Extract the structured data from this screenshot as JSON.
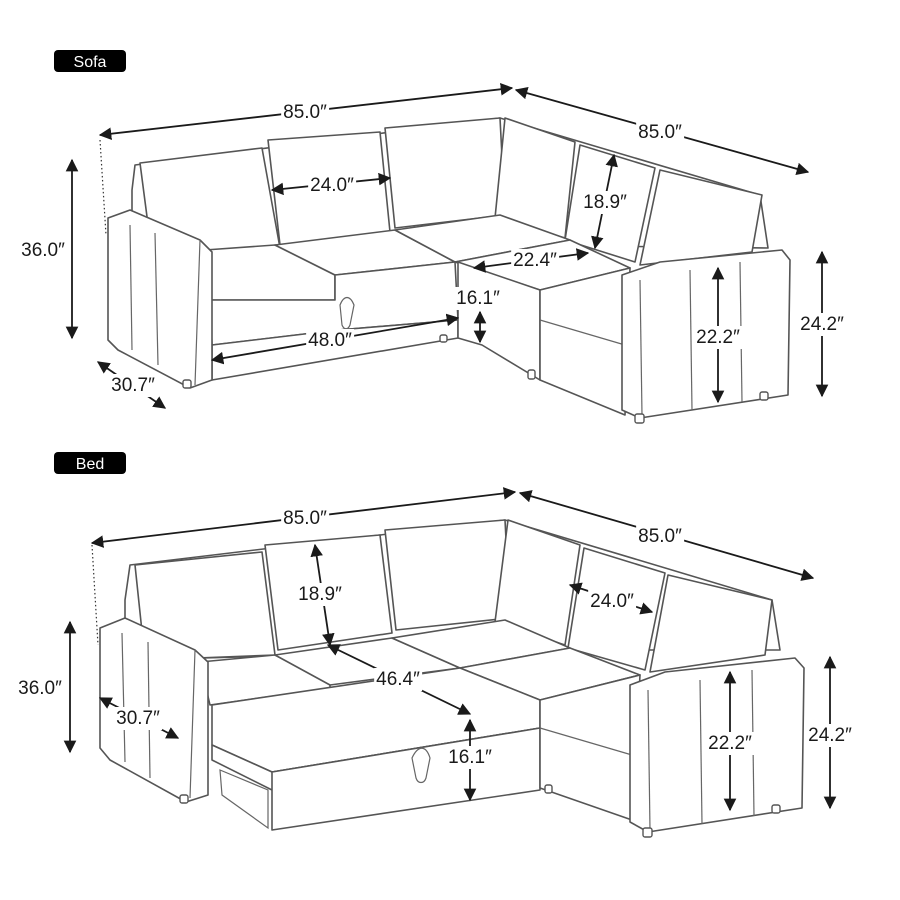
{
  "sections": [
    {
      "tag": "Sofa",
      "dims": {
        "top_width_left": "85.0″",
        "top_width_right": "85.0″",
        "back_cushion_width": "24.0″",
        "back_cushion_height": "18.9″",
        "corner_depth": "22.4″",
        "seat_height": "16.1″",
        "seat_width": "48.0″",
        "total_height": "36.0″",
        "armrest_width": "30.7″",
        "arm_inner_height": "22.2″",
        "arm_height": "24.2″"
      }
    },
    {
      "tag": "Bed",
      "dims": {
        "top_width_left": "85.0″",
        "top_width_right": "85.0″",
        "back_cushion_height": "18.9″",
        "back_cushion_width": "24.0″",
        "bed_length": "46.4″",
        "bed_height": "16.1″",
        "total_height": "36.0″",
        "armrest_width": "30.7″",
        "arm_inner_height": "22.2″",
        "arm_height": "24.2″"
      }
    }
  ]
}
